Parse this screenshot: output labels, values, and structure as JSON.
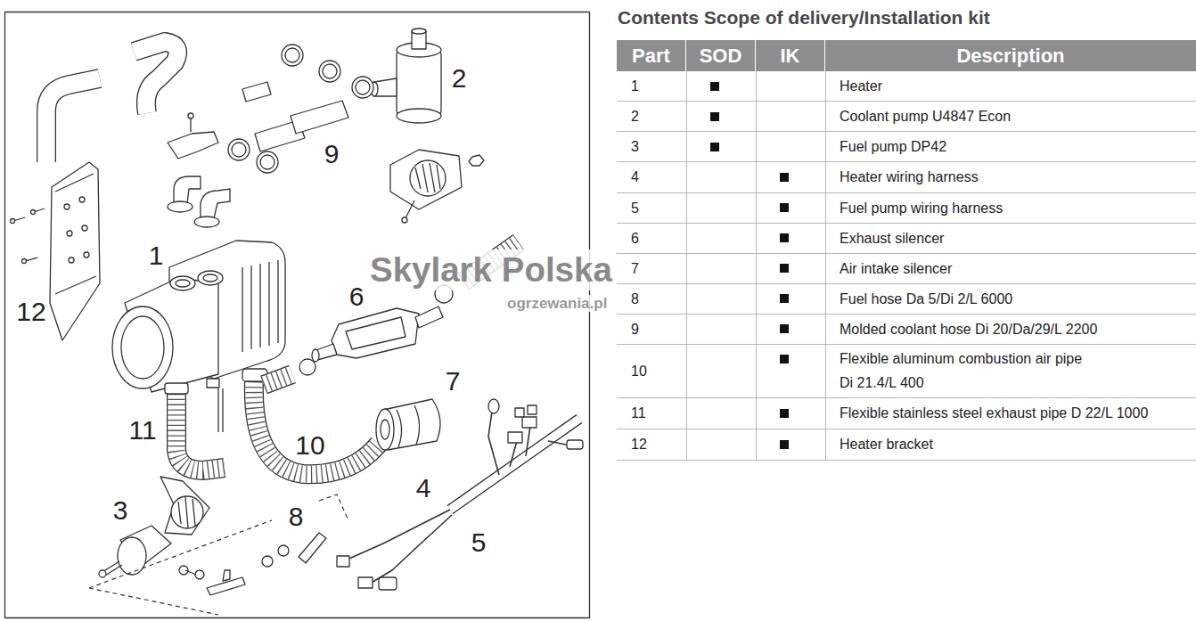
{
  "diagram": {
    "title": "Contents Scope of delivery/Installation kit",
    "nodes": [
      {
        "text": [
          "Part",
          "SOD",
          "IK",
          "Description"
        ]
      }
    ],
    "labels": [
      "1",
      "2",
      "3",
      "4",
      "5",
      "6",
      "7",
      "8",
      "9",
      "10",
      "11",
      "12",
      "1",
      "Heater",
      "2",
      "Coolant pump U4847 Econ",
      "3",
      "Fuel pump DP42",
      "4",
      "Heater wiring harness",
      "5",
      "Fuel pump wiring harness",
      "6",
      "Exhaust silencer",
      "7",
      "Air intake silencer",
      "8",
      "Fuel hose Da 5/Di 2/L 6000",
      "9",
      "Molded coolant hose Di 20/Da/29/L 2200",
      "10",
      "Flexible aluminum combustion air pipe Di 21.4/L 400",
      "11",
      "Flexible stainless steel exhaust pipe D 22/L 1000",
      "12",
      "Heater bracket",
      "Skylark Polska",
      "ogrzewania.pl"
    ]
  }
}
